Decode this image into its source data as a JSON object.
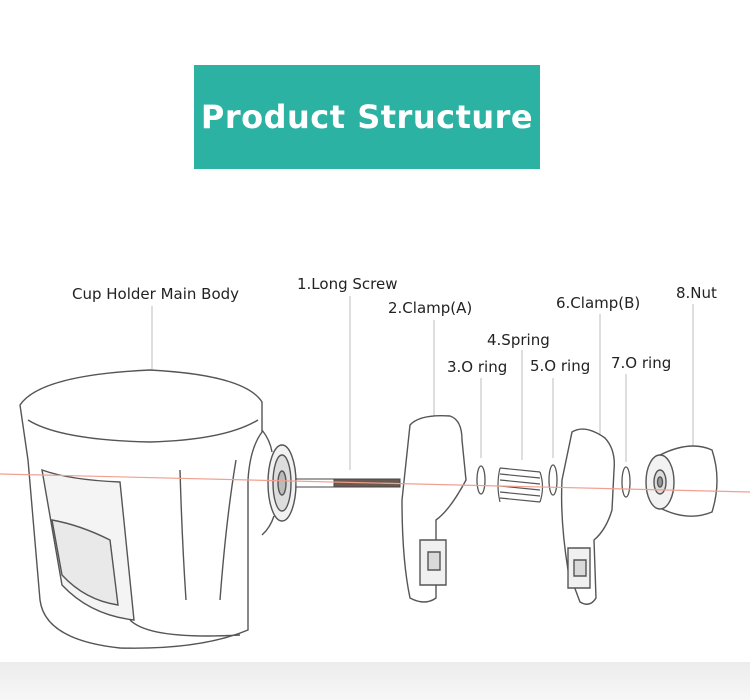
{
  "banner": {
    "title": "Product Structure"
  },
  "parts": {
    "main_body": "Cup Holder Main Body",
    "long_screw": "1.Long Screw",
    "clamp_a": "2.Clamp(A)",
    "o_ring_3": "3.O ring",
    "spring": "4.Spring",
    "o_ring_5": "5.O ring",
    "clamp_b": "6.Clamp(B)",
    "o_ring_7": "7.O ring",
    "nut": "8.Nut"
  },
  "colors": {
    "banner": "#2bb2a3",
    "axis_line": "#f0a090",
    "outline": "#555555"
  }
}
